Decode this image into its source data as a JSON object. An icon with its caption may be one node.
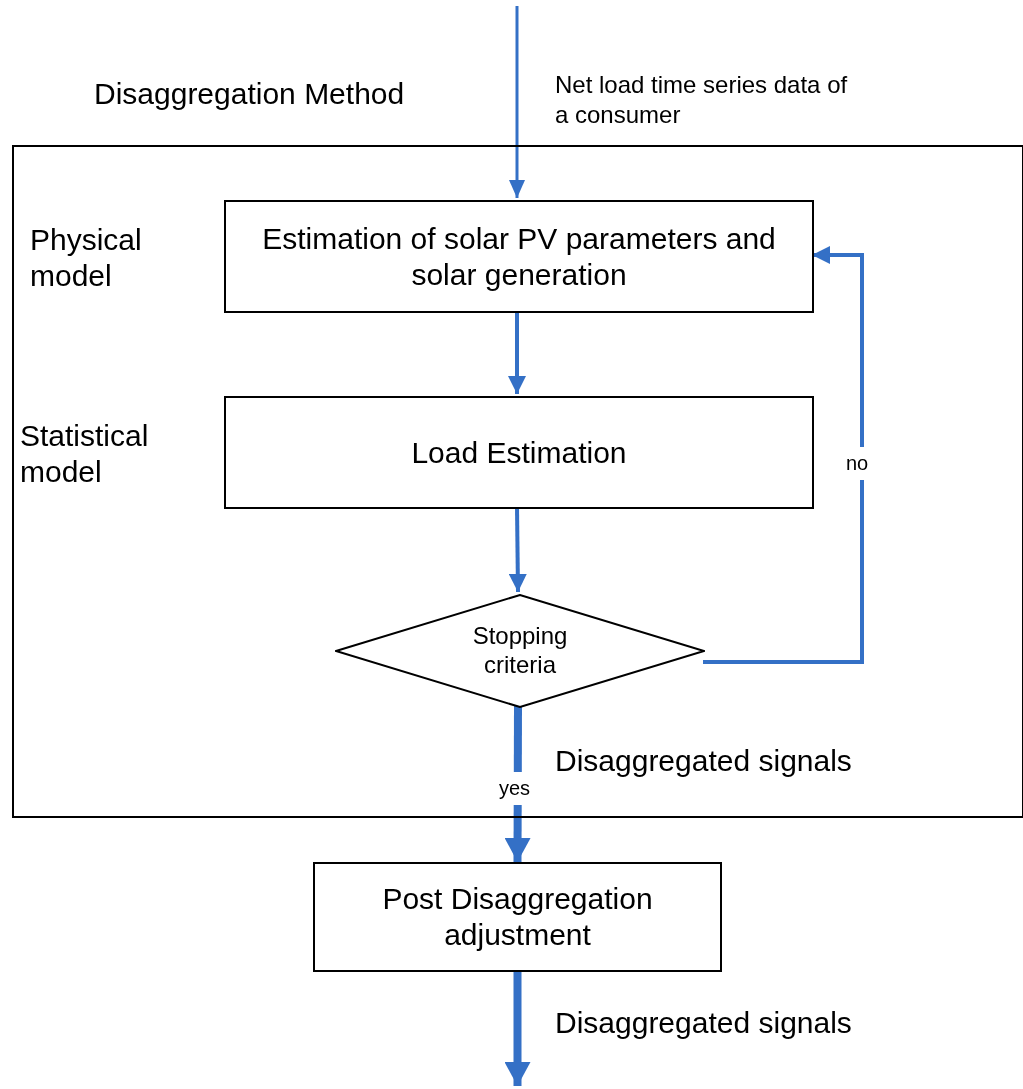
{
  "diagram": {
    "nodes": [
      {
        "text": [
          "Disaggregation Method"
        ]
      },
      {
        "text": [
          "Estimation of solar PV parameters and solar generation"
        ],
        "in": 0,
        "beside": [
          "Physical model"
        ]
      },
      {
        "text": [
          "Load Estimation"
        ],
        "in": 0,
        "beside": [
          "Statistical model"
        ]
      },
      {
        "text": [
          "Stopping criteria"
        ],
        "in": 0
      },
      {
        "text": [
          "Post Disaggregation adjustment"
        ]
      }
    ],
    "edges": [
      {
        "from": null,
        "to": 1,
        "arrow": "to",
        "label": "Net load time series data of a consumer"
      },
      {
        "from": 1,
        "to": 2,
        "arrow": "to"
      },
      {
        "from": 2,
        "to": 3,
        "arrow": "to"
      },
      {
        "from": 3,
        "to": 1,
        "arrow": "to",
        "label": "no"
      },
      {
        "from": 3,
        "to": 4,
        "arrow": "to",
        "label": "yes",
        "style": "thick"
      },
      {
        "from": 4,
        "to": null,
        "arrow": "to",
        "label": "Disaggregated signals",
        "style": "thick"
      }
    ],
    "labels": [
      "Disaggregated signals"
    ]
  }
}
